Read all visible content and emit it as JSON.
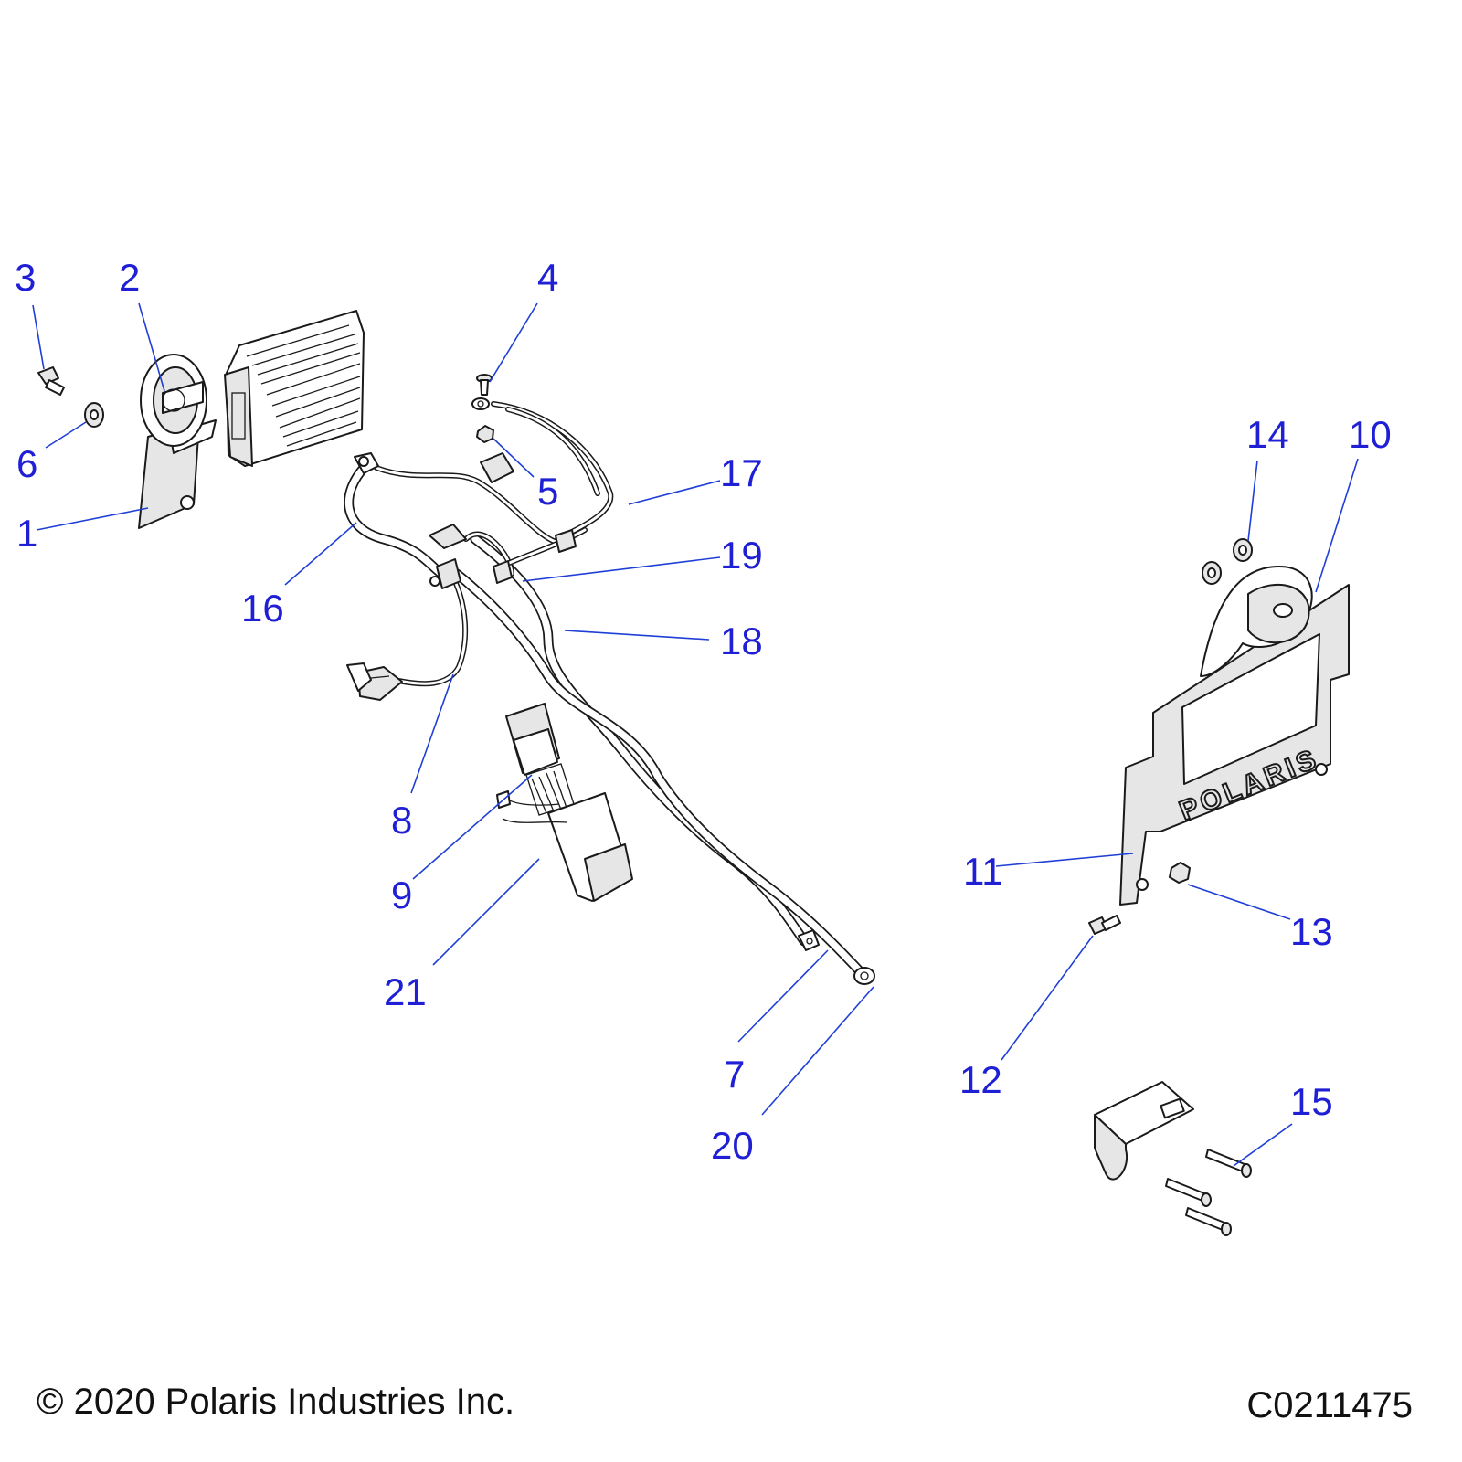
{
  "diagram": {
    "callouts": [
      {
        "id": "3",
        "label": "3"
      },
      {
        "id": "2",
        "label": "2"
      },
      {
        "id": "4",
        "label": "4"
      },
      {
        "id": "6",
        "label": "6"
      },
      {
        "id": "5",
        "label": "5"
      },
      {
        "id": "17",
        "label": "17"
      },
      {
        "id": "1",
        "label": "1"
      },
      {
        "id": "16",
        "label": "16"
      },
      {
        "id": "19",
        "label": "19"
      },
      {
        "id": "18",
        "label": "18"
      },
      {
        "id": "8",
        "label": "8"
      },
      {
        "id": "9",
        "label": "9"
      },
      {
        "id": "21",
        "label": "21"
      },
      {
        "id": "7",
        "label": "7"
      },
      {
        "id": "20",
        "label": "20"
      },
      {
        "id": "14",
        "label": "14"
      },
      {
        "id": "10",
        "label": "10"
      },
      {
        "id": "11",
        "label": "11"
      },
      {
        "id": "13",
        "label": "13"
      },
      {
        "id": "12",
        "label": "12"
      },
      {
        "id": "15",
        "label": "15"
      }
    ],
    "bracket_emboss": "POLARIS"
  },
  "footer": {
    "copyright": "© 2020 Polaris Industries Inc.",
    "code": "C0211475"
  },
  "colors": {
    "callout": "#1f1fd6",
    "leader": "#1f3fd6",
    "line_art": "#1a1a1a"
  }
}
